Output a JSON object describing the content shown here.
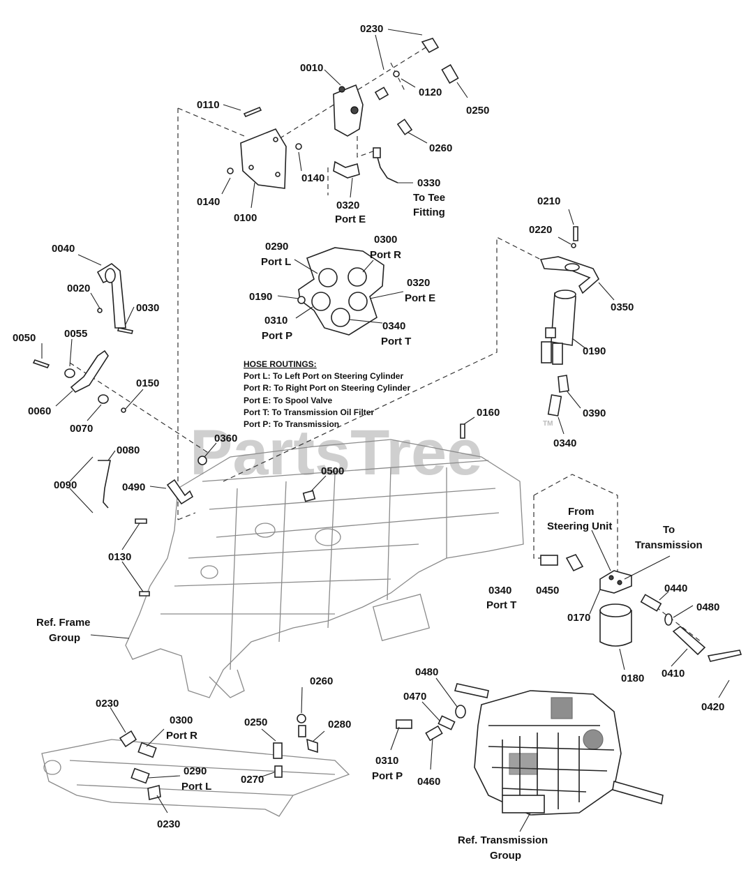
{
  "watermark": "PartsTree",
  "watermark_tm": "TM",
  "hose_routings": {
    "title": "HOSE ROUTINGS:",
    "lines": [
      "Port L: To Left Port on Steering Cylinder",
      "Port R: To Right Port on Steering Cylinder",
      "Port E: To Spool Valve",
      "Port T: To Transmission Oil Filter",
      "Port P: To Transmission"
    ]
  },
  "labels": {
    "p0230_top": "0230",
    "p0010": "0010",
    "p0120": "0120",
    "p0250_top": "0250",
    "p0110": "0110",
    "p0260_top": "0260",
    "p0140_right": "0140",
    "p0330": "0330",
    "to_tee_1": "To Tee",
    "to_tee_2": "Fitting",
    "p0140_left": "0140",
    "p0100": "0100",
    "p0320_top": "0320",
    "port_e_top": "Port E",
    "p0210": "0210",
    "p0220": "0220",
    "p0350": "0350",
    "p0190_motor": "0190",
    "p0390": "0390",
    "p0340_right": "0340",
    "p0290_mid": "0290",
    "port_l_mid": "Port L",
    "p0300_mid": "0300",
    "port_r_mid": "Port R",
    "p0320_mid": "0320",
    "port_e_mid": "Port E",
    "p0190_plate": "0190",
    "p0310_mid": "0310",
    "port_p_mid": "Port P",
    "p0340_mid": "0340",
    "port_t_mid": "Port T",
    "p0040": "0040",
    "p0020": "0020",
    "p0030": "0030",
    "p0050": "0050",
    "p0055": "0055",
    "p0060": "0060",
    "p0070": "0070",
    "p0150": "0150",
    "p0160": "0160",
    "p0360": "0360",
    "p0080": "0080",
    "p0090": "0090",
    "p0490": "0490",
    "p0500": "0500",
    "p0130": "0130",
    "from_steering_1": "From",
    "from_steering_2": "Steering Unit",
    "to_transmission_1": "To",
    "to_transmission_2": "Transmission",
    "p0340_port": "0340",
    "port_t_low": "Port T",
    "p0450": "0450",
    "p0440": "0440",
    "p0480_right": "0480",
    "p0170": "0170",
    "p0180": "0180",
    "p0410": "0410",
    "p0420": "0420",
    "ref_frame_1": "Ref. Frame",
    "ref_frame_2": "Group",
    "p0230_low": "0230",
    "p0300_low": "0300",
    "port_r_low": "Port R",
    "p0290_low": "0290",
    "port_l_low": "Port L",
    "p0230_bottom": "0230",
    "p0260_low": "0260",
    "p0250_low": "0250",
    "p0280": "0280",
    "p0270": "0270",
    "p0480_low": "0480",
    "p0470": "0470",
    "p0310_low": "0310",
    "port_p_low": "Port P",
    "p0460": "0460",
    "ref_trans_1": "Ref. Transmission",
    "ref_trans_2": "Group"
  }
}
